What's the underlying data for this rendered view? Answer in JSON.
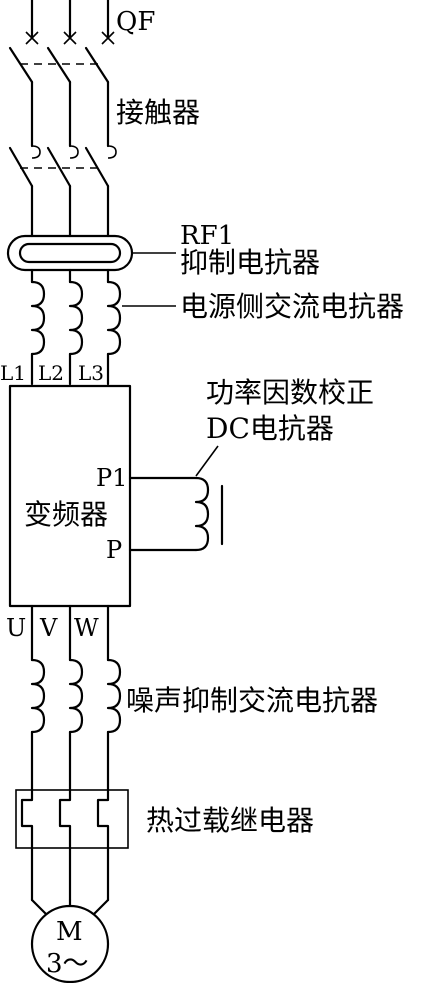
{
  "labels": {
    "breaker": "QF",
    "contactor": "接触器",
    "rf_name": "RF1",
    "rf_desc": "抑制电抗器",
    "source_reactor": "电源侧交流电抗器",
    "terminals_in": [
      "L1",
      "L2",
      "L3"
    ],
    "pfc_line1": "功率因数校正",
    "pfc_line2": "DC电抗器",
    "terminal_p1": "P1",
    "inverter": "变频器",
    "terminal_p": "P",
    "terminals_out": [
      "U",
      "V",
      "W"
    ],
    "noise_reactor": "噪声抑制交流电抗器",
    "thermal_relay": "热过载继电器",
    "motor_m": "M",
    "motor_phase": "3～"
  },
  "colors": {
    "line": "#000000",
    "background": "#ffffff"
  }
}
